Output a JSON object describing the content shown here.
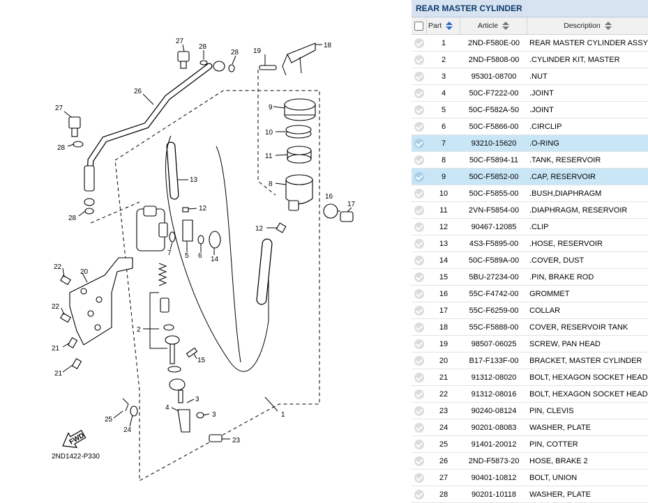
{
  "diagram": {
    "code": "2ND1422-P330",
    "fwd_label": "FWD",
    "callouts": [
      "1",
      "2",
      "3",
      "3",
      "4",
      "5",
      "6",
      "7",
      "8",
      "9",
      "10",
      "11",
      "12",
      "12",
      "13",
      "14",
      "15",
      "16",
      "17",
      "18",
      "19",
      "20",
      "21",
      "21",
      "22",
      "22",
      "23",
      "24",
      "25",
      "26",
      "27",
      "27",
      "28",
      "28",
      "28",
      "28"
    ]
  },
  "panel": {
    "title": "REAR MASTER CYLINDER",
    "columns": {
      "part": "Part",
      "article": "Article",
      "description": "Description"
    }
  },
  "parts": [
    {
      "part": "1",
      "article": "2ND-F580E-00",
      "description": "REAR MASTER CYLINDER ASSY",
      "highlighted": false
    },
    {
      "part": "2",
      "article": "2ND-F5808-00",
      "description": ".CYLINDER KIT, MASTER",
      "highlighted": false
    },
    {
      "part": "3",
      "article": "95301-08700",
      "description": ".NUT",
      "highlighted": false
    },
    {
      "part": "4",
      "article": "50C-F7222-00",
      "description": ".JOINT",
      "highlighted": false
    },
    {
      "part": "5",
      "article": "50C-F582A-50",
      "description": ".JOINT",
      "highlighted": false
    },
    {
      "part": "6",
      "article": "50C-F5866-00",
      "description": ".CIRCLIP",
      "highlighted": false
    },
    {
      "part": "7",
      "article": "93210-15620",
      "description": ".O-RING",
      "highlighted": true
    },
    {
      "part": "8",
      "article": "50C-F5894-11",
      "description": ".TANK, RESERVOIR",
      "highlighted": false
    },
    {
      "part": "9",
      "article": "50C-F5852-00",
      "description": ".CAP, RESERVOIR",
      "highlighted": true
    },
    {
      "part": "10",
      "article": "50C-F5855-00",
      "description": ".BUSH,DIAPHRAGM",
      "highlighted": false
    },
    {
      "part": "11",
      "article": "2VN-F5854-00",
      "description": ".DIAPHRAGM, RESERVOIR",
      "highlighted": false
    },
    {
      "part": "12",
      "article": "90467-12085",
      "description": ".CLIP",
      "highlighted": false
    },
    {
      "part": "13",
      "article": "4S3-F5895-00",
      "description": ".HOSE, RESERVOIR",
      "highlighted": false
    },
    {
      "part": "14",
      "article": "50C-F589A-00",
      "description": ".COVER, DUST",
      "highlighted": false
    },
    {
      "part": "15",
      "article": "5BU-27234-00",
      "description": ".PIN, BRAKE ROD",
      "highlighted": false
    },
    {
      "part": "16",
      "article": "55C-F4742-00",
      "description": "GROMMET",
      "highlighted": false
    },
    {
      "part": "17",
      "article": "55C-F6259-00",
      "description": "COLLAR",
      "highlighted": false
    },
    {
      "part": "18",
      "article": "55C-F5888-00",
      "description": "COVER, RESERVOIR TANK",
      "highlighted": false
    },
    {
      "part": "19",
      "article": "98507-06025",
      "description": "SCREW, PAN HEAD",
      "highlighted": false
    },
    {
      "part": "20",
      "article": "B17-F133F-00",
      "description": "BRACKET, MASTER CYLINDER",
      "highlighted": false
    },
    {
      "part": "21",
      "article": "91312-08020",
      "description": "BOLT, HEXAGON SOCKET HEAD",
      "highlighted": false
    },
    {
      "part": "22",
      "article": "91312-08016",
      "description": "BOLT, HEXAGON SOCKET HEAD",
      "highlighted": false
    },
    {
      "part": "23",
      "article": "90240-08124",
      "description": "PIN, CLEVIS",
      "highlighted": false
    },
    {
      "part": "24",
      "article": "90201-08083",
      "description": "WASHER, PLATE",
      "highlighted": false
    },
    {
      "part": "25",
      "article": "91401-20012",
      "description": "PIN, COTTER",
      "highlighted": false
    },
    {
      "part": "26",
      "article": "2ND-F5873-20",
      "description": "HOSE, BRAKE 2",
      "highlighted": false
    },
    {
      "part": "27",
      "article": "90401-10812",
      "description": "BOLT, UNION",
      "highlighted": false
    },
    {
      "part": "28",
      "article": "90201-10118",
      "description": "WASHER, PLATE",
      "highlighted": false
    }
  ],
  "colors": {
    "title_bg": "#d7e3f1",
    "title_text": "#0d3a6e",
    "row_highlight": "#c9e6f7",
    "sort_active": "#2d6bc4"
  }
}
